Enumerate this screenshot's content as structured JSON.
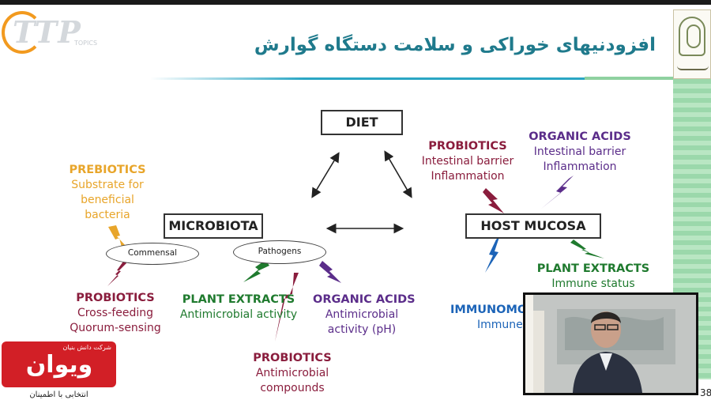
{
  "slide": {
    "title": "افزودنیهای خوراکی و سلامت دستگاه گوارش",
    "page_number": "38",
    "ttp_logo": "TTP",
    "ttp_logo_sub": "TOPICS"
  },
  "diagram": {
    "nodes": {
      "diet": "DIET",
      "microbiota": "MICROBIOTA",
      "host_mucosa": "HOST MUCOSA",
      "commensal": "Commensal",
      "pathogens": "Pathogens"
    },
    "labels": {
      "prebiotics": {
        "heading": "PREBIOTICS",
        "lines": [
          "Substrate for",
          "beneficial",
          "bacteria"
        ],
        "color": "#e8a52a"
      },
      "probiotics_left": {
        "heading": "PROBIOTICS",
        "lines": [
          "Cross-feeding",
          "Quorum-sensing"
        ],
        "color": "#8a1d3d"
      },
      "plant_extracts_left": {
        "heading": "PLANT EXTRACTS",
        "lines": [
          "Antimicrobial activity"
        ],
        "color": "#1f7a2e"
      },
      "organic_acids_left": {
        "heading": "ORGANIC ACIDS",
        "lines": [
          "Antimicrobial",
          "activity (pH)"
        ],
        "color": "#5b2d8a"
      },
      "probiotics_bottom": {
        "heading": "PROBIOTICS",
        "lines": [
          "Antimicrobial",
          "compounds"
        ],
        "color": "#8a1d3d"
      },
      "probiotics_right": {
        "heading": "PROBIOTICS",
        "lines": [
          "Intestinal barrier",
          "Inflammation"
        ],
        "color": "#8a1d3d"
      },
      "organic_acids_right": {
        "heading": "ORGANIC ACIDS",
        "lines": [
          "Intestinal barrier",
          "Inflammation"
        ],
        "color": "#5b2d8a"
      },
      "plant_extracts_right": {
        "heading": "PLANT EXTRACTS",
        "lines": [
          "Immune status"
        ],
        "color": "#1f7a2e"
      },
      "immunomodulators": {
        "heading": "IMMUNOMO",
        "lines": [
          "Immune"
        ],
        "color": "#1c64b8"
      }
    }
  },
  "video_call": {
    "participant": "presenter"
  },
  "channel_logo": {
    "company": "شرکت دانش بنیان",
    "name": "ویوان",
    "slogan": "انتخابی با اطمینان"
  }
}
